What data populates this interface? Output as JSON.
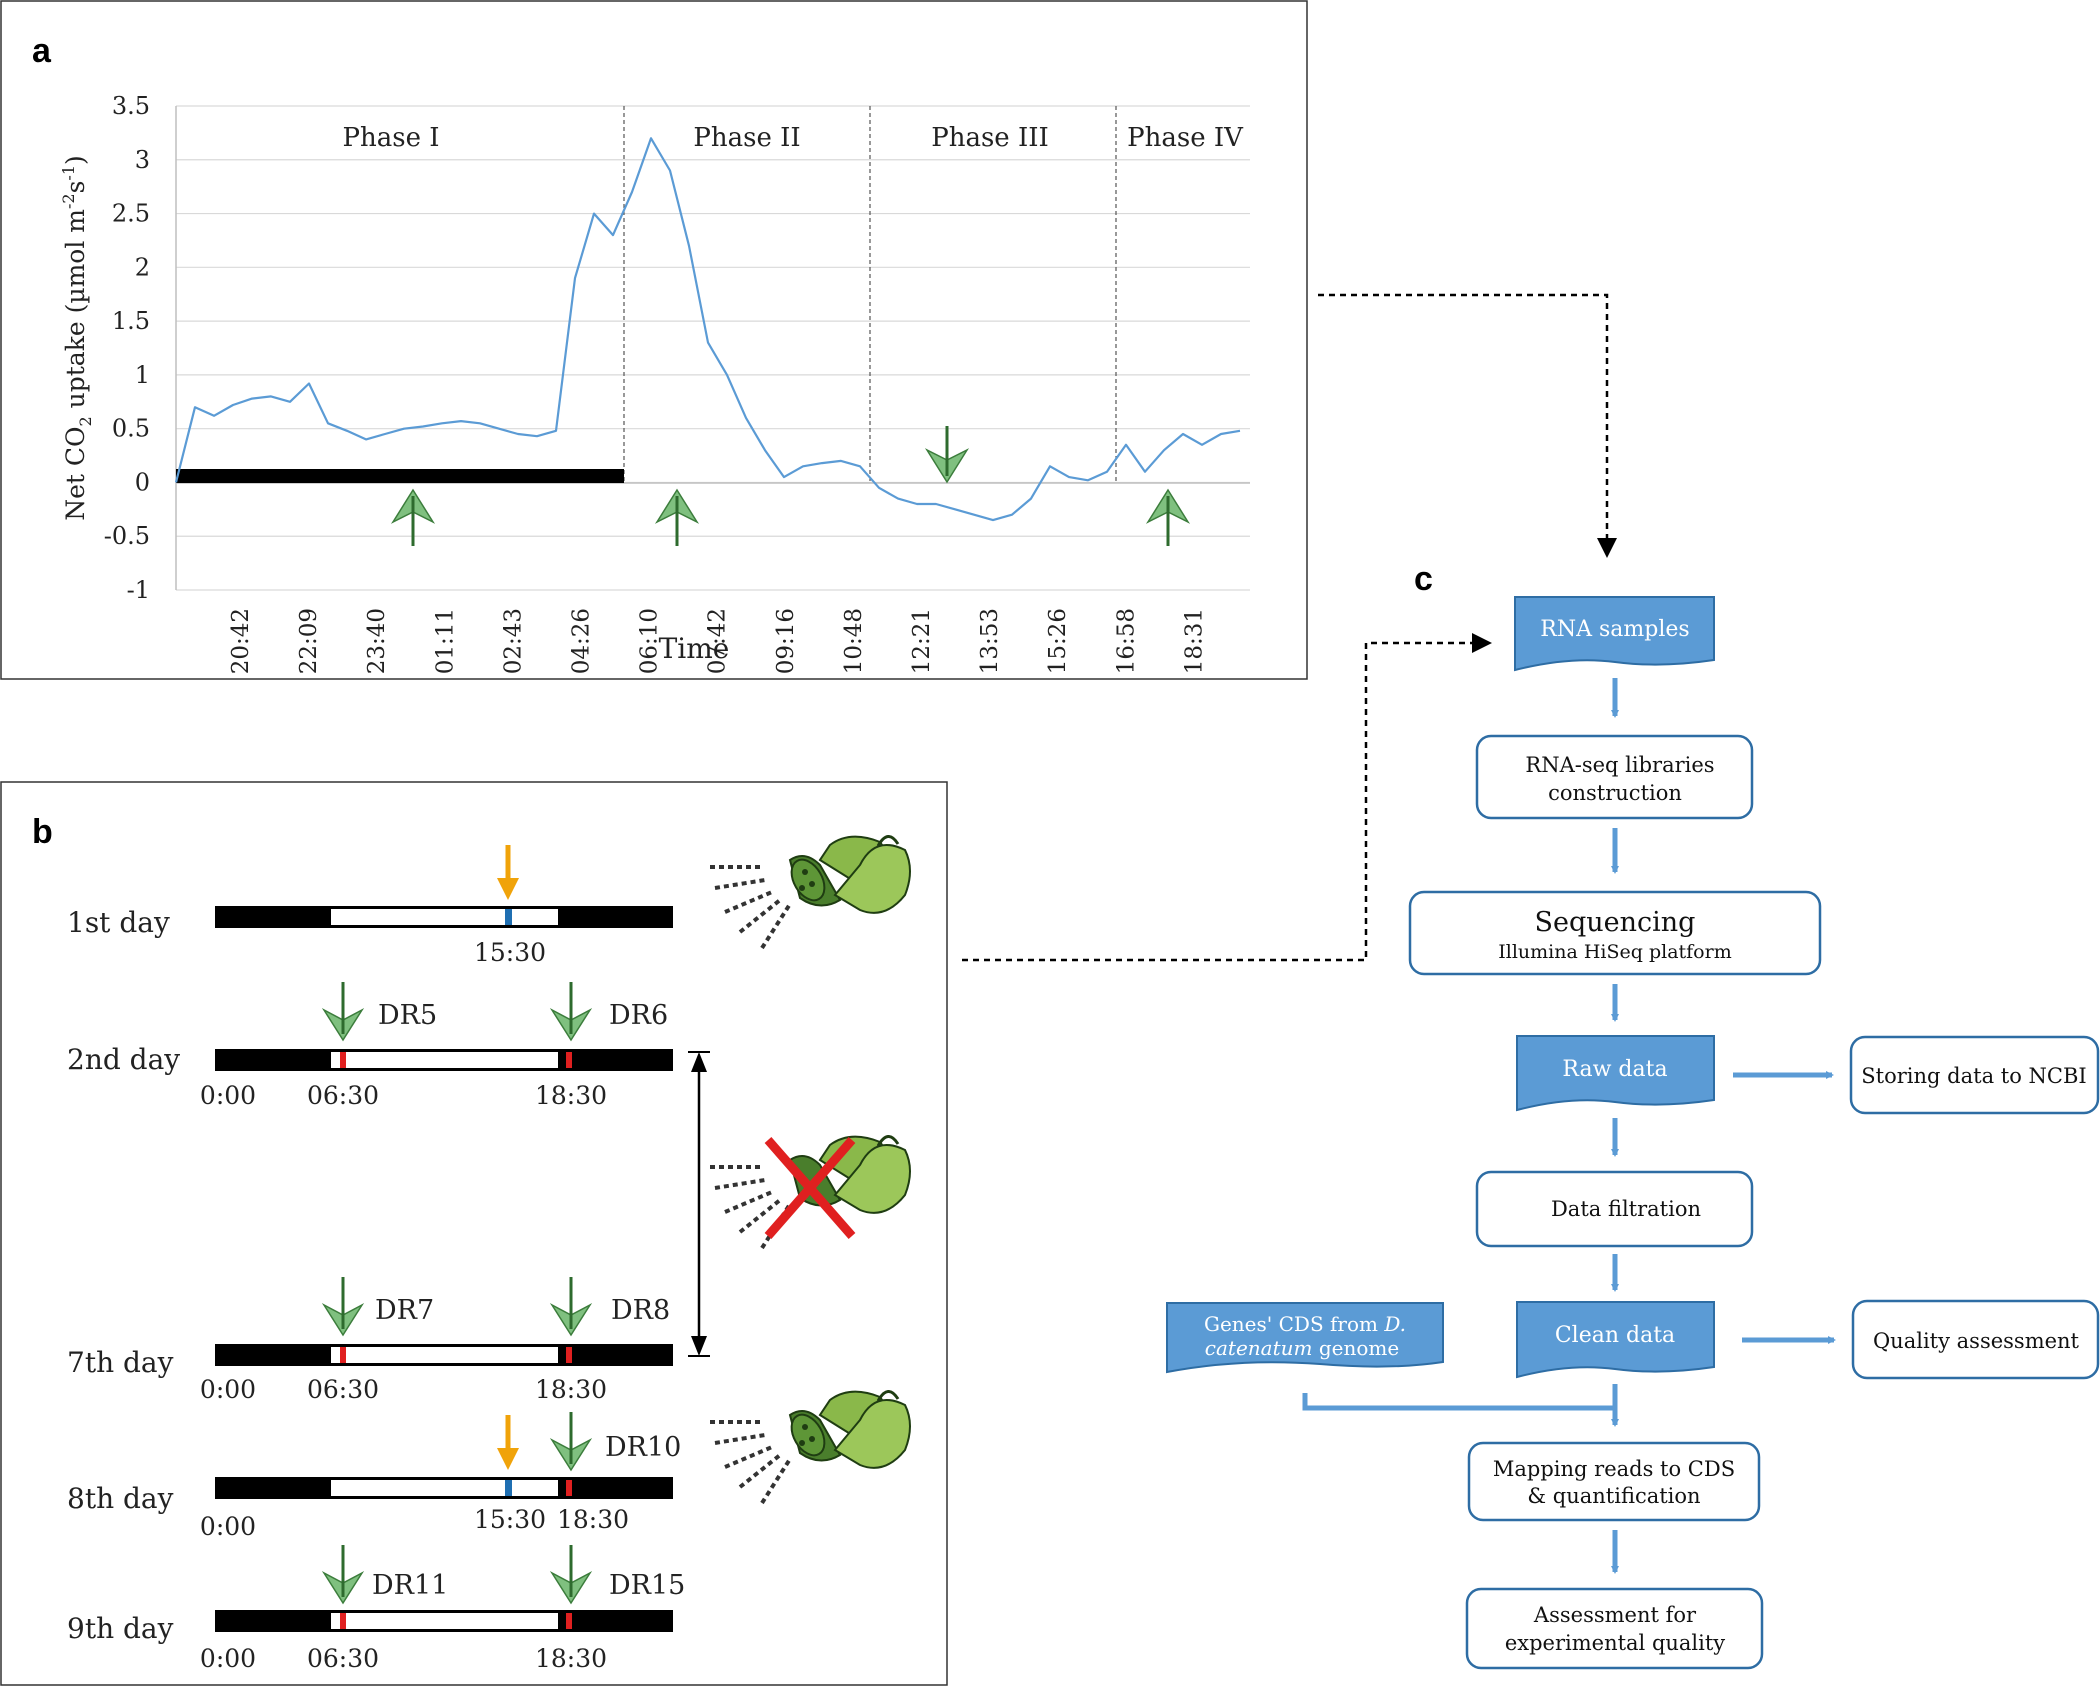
{
  "panel_labels": {
    "a": "a",
    "b": "b",
    "c": "c"
  },
  "chart_data": {
    "type": "line",
    "xlabel": "Time",
    "ylabel_main": "Net CO",
    "ylabel_sub": "2",
    "ylabel_rest": " uptake (µmol m",
    "ylabel_sup1": "-2",
    "ylabel_mid": "s",
    "ylabel_sup2": "-1",
    "ylabel_end": ")",
    "ylim": [
      -1,
      3.5
    ],
    "yticks": [
      "3.5",
      "3",
      "2.5",
      "2",
      "1.5",
      "1",
      "0.5",
      "0",
      "-0.5",
      "-1"
    ],
    "xticks": [
      "20:42",
      "22:09",
      "23:40",
      "01:11",
      "02:43",
      "04:26",
      "06:10",
      "07:42",
      "09:16",
      "10:48",
      "12:21",
      "13:53",
      "15:26",
      "16:58",
      "18:31"
    ],
    "phases": [
      "Phase I",
      "Phase II",
      "Phase III",
      "Phase IV"
    ],
    "grid": true,
    "series_color": "#5b9bd5",
    "series": [
      {
        "values": [
          0,
          0.7,
          0.62,
          0.72,
          0.78,
          0.8,
          0.75,
          0.92,
          0.55,
          0.48,
          0.4,
          0.45,
          0.5,
          0.52,
          0.55,
          0.57,
          0.55,
          0.5,
          0.45,
          0.43,
          0.48,
          1.9,
          2.5,
          2.3,
          2.7,
          3.2,
          2.9,
          2.2,
          1.3,
          1.0,
          0.6,
          0.3,
          0.05,
          0.15,
          0.18,
          0.2,
          0.15,
          -0.05,
          -0.15,
          -0.2,
          -0.2,
          -0.25,
          -0.3,
          -0.35,
          -0.3,
          -0.15,
          0.15,
          0.05,
          0.02,
          0.1,
          0.35,
          0.1,
          0.3,
          0.45,
          0.35,
          0.45,
          0.48
        ]
      }
    ]
  },
  "panel_b": {
    "rows": [
      {
        "day": "1st day",
        "times": [
          "15:30"
        ],
        "tags": []
      },
      {
        "day": "2nd day",
        "times": [
          "0:00",
          "06:30",
          "18:30"
        ],
        "tags": [
          "DR5",
          "DR6"
        ]
      },
      {
        "day": "7th day",
        "times": [
          "0:00",
          "06:30",
          "18:30"
        ],
        "tags": [
          "DR7",
          "DR8"
        ]
      },
      {
        "day": "8th day",
        "times": [
          "0:00",
          "15:30",
          "18:30"
        ],
        "tags": [
          "DR10"
        ]
      },
      {
        "day": "9th day",
        "times": [
          "0:00",
          "06:30",
          "18:30"
        ],
        "tags": [
          "DR11",
          "DR15"
        ]
      }
    ]
  },
  "panel_c": {
    "rna_samples": "RNA samples",
    "libraries_l1": "RNA-seq libraries",
    "libraries_l2": "construction",
    "sequencing_l1": "Sequencing",
    "sequencing_l2": "Illumina HiSeq platform",
    "raw_data": "Raw data",
    "storing": "Storing data to NCBI",
    "filtration": "Data filtration",
    "clean_data": "Clean data",
    "quality": "Quality assessment",
    "genes_l1a": "Genes' CDS from ",
    "genes_l1b": "D.",
    "genes_l2a": "catenatum",
    "genes_l2b": " genome",
    "mapping_l1": "Mapping reads to CDS",
    "mapping_l2": "& quantification",
    "assessment_l1": "Assessment for",
    "assessment_l2": "experimental quality"
  },
  "colors": {
    "accent": "#5b9bd5",
    "flow_border": "#2e6da4",
    "green_arrow": "#6aaa6a",
    "orange_arrow": "#f0a30a",
    "red_mark": "#e02020",
    "blue_mark": "#1f6fb2"
  }
}
